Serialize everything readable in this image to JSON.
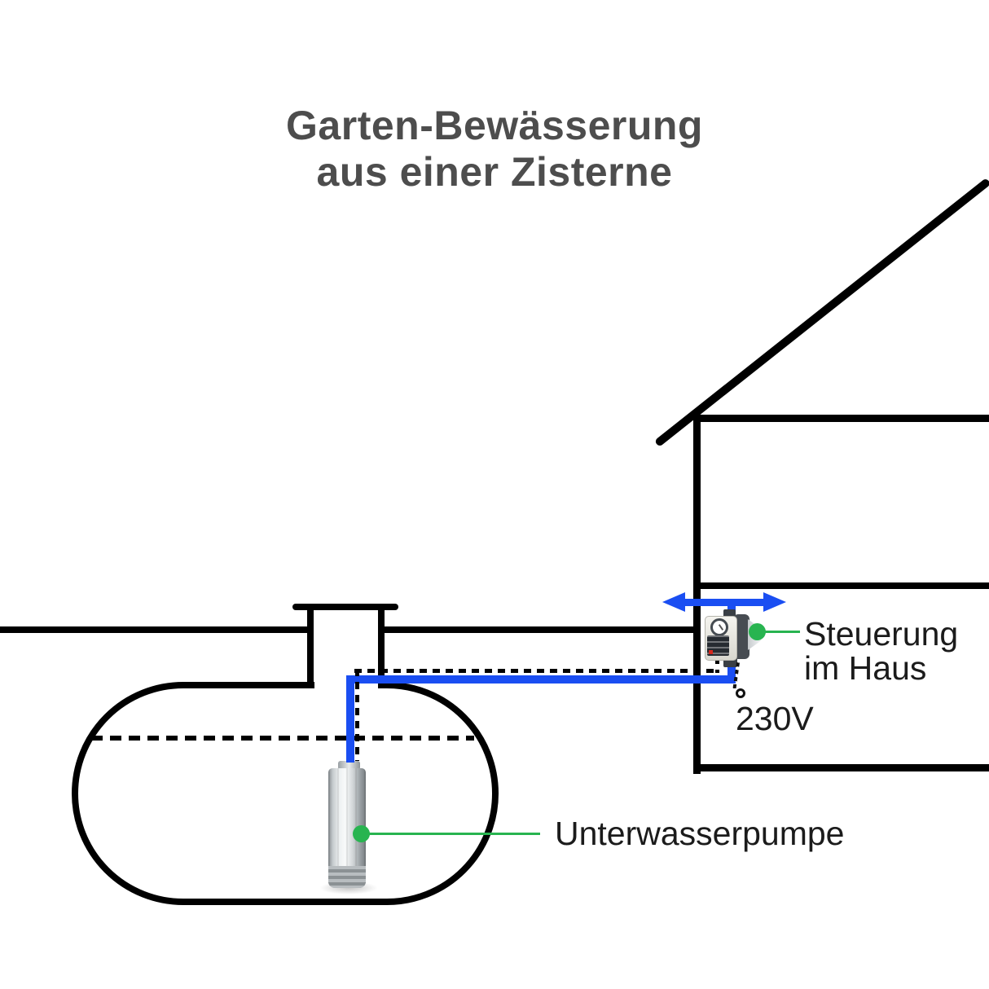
{
  "title": {
    "line1": "Garten-Bewässerung",
    "line2": "aus einer Zisterne"
  },
  "callouts": {
    "control": {
      "label_line1": "Steuerung",
      "label_line2": "im Haus"
    },
    "voltage": {
      "label": "230V"
    },
    "pump": {
      "label": "Unterwasserpumpe"
    }
  },
  "icons": {
    "flow_arrow": "double-headed-flow-arrow",
    "controller": "pump-pressure-controller",
    "plug": "power-plug-circle",
    "pump": "submersible-pump",
    "cistern": "underground-cistern",
    "house": "house-outline"
  },
  "colors": {
    "pipe_blue": "#1a4ef2",
    "callout_green": "#28b450",
    "outline_black": "#000000",
    "title_gray": "#4d4d4d",
    "text_black": "#1b1b1b",
    "device_red": "#d5271c"
  }
}
